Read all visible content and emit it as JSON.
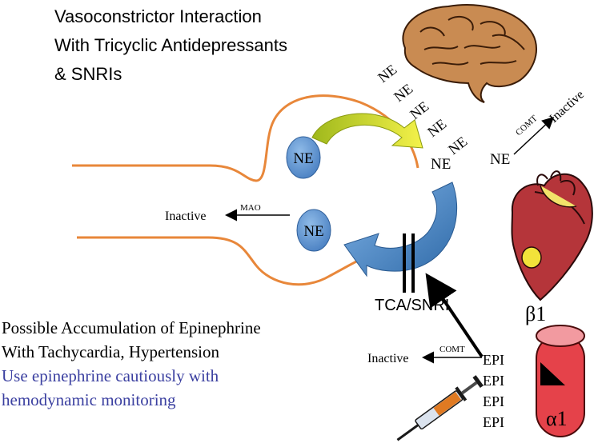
{
  "title": {
    "line1": "Vasoconstrictor Interaction",
    "line2": "With Tricyclic Antidepressants",
    "line3": "& SNRIs"
  },
  "vesicles": {
    "top": "NE",
    "bottom": "NE"
  },
  "released_ne": [
    "NE",
    "NE",
    "NE",
    "NE",
    "NE",
    "NE"
  ],
  "comt_pathway": {
    "substrate": "NE",
    "enzyme": "COMT",
    "product": "Inactive"
  },
  "mao_pathway": {
    "enzyme": "MAO",
    "product": "Inactive"
  },
  "reuptake_blocker": "TCA/SNRI",
  "receptors": {
    "beta": "β1",
    "alpha": "α1"
  },
  "epi_pathway": {
    "enzyme": "COMT",
    "product": "Inactive",
    "stack": [
      "EPI",
      "EPI",
      "EPI",
      "EPI"
    ]
  },
  "caption": {
    "line1": "Possible Accumulation of Epinephrine",
    "line2": "With Tachycardia, Hypertension",
    "line3": "Use epinephrine cautiously with",
    "line4": "hemodynamic monitoring"
  },
  "colors": {
    "membrane": "#e8873a",
    "vesicle": "#5b8fd0",
    "reuptake_arrow": "#3f7ab8",
    "release_arrow": "#d9e021",
    "receptor_tube": "#e5424a",
    "caption_accent": "#3a3fa0",
    "brain": "#c98b52",
    "heart": "#b5353a"
  },
  "icons": [
    "brain-illustration",
    "heart-illustration",
    "syringe-illustration"
  ]
}
